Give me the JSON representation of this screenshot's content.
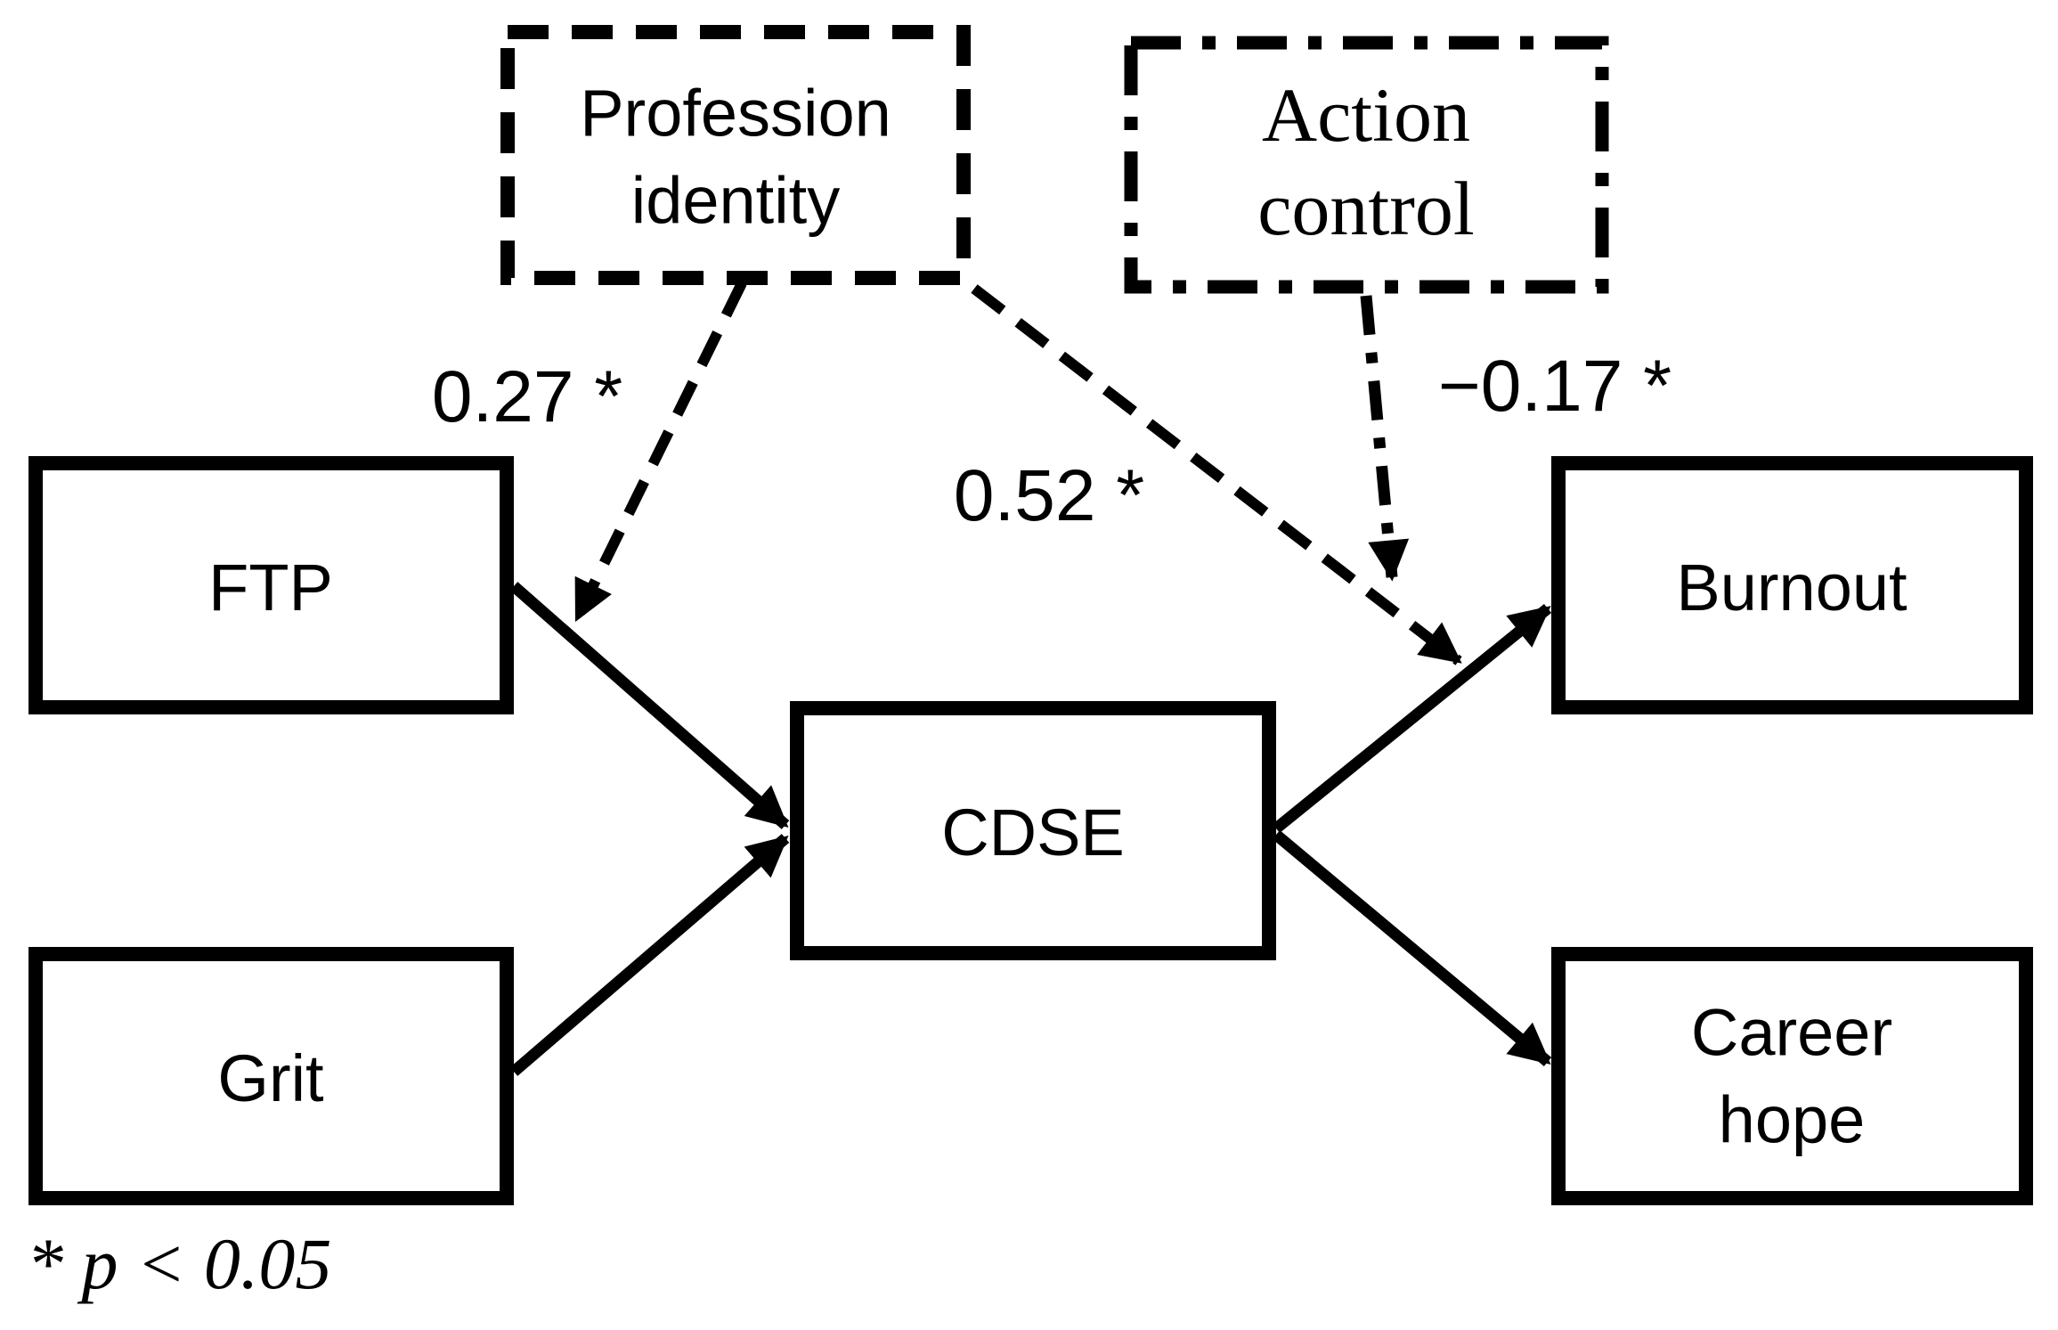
{
  "diagram": {
    "colors": {
      "ink": "#000000",
      "background": "#ffffff"
    },
    "nodes": {
      "profession_identity": {
        "label": "Profession\nidentity",
        "border_style": "dashed"
      },
      "action_control": {
        "label": "Action\ncontrol",
        "border_style": "dash-dot"
      },
      "ftp": {
        "label": "FTP",
        "border_style": "solid"
      },
      "grit": {
        "label": "Grit",
        "border_style": "solid"
      },
      "cdse": {
        "label": "CDSE",
        "border_style": "solid"
      },
      "burnout": {
        "label": "Burnout",
        "border_style": "solid"
      },
      "career_hope": {
        "label": "Career\nhope",
        "border_style": "solid"
      }
    },
    "edge_labels": {
      "profession_identity_on_ftp_cdse": "0.27 *",
      "profession_identity_on_cdse_burnout": "0.52 *",
      "action_control_on_cdse_burnout": "−0.17 *"
    },
    "footnote": "* p < 0.05"
  }
}
